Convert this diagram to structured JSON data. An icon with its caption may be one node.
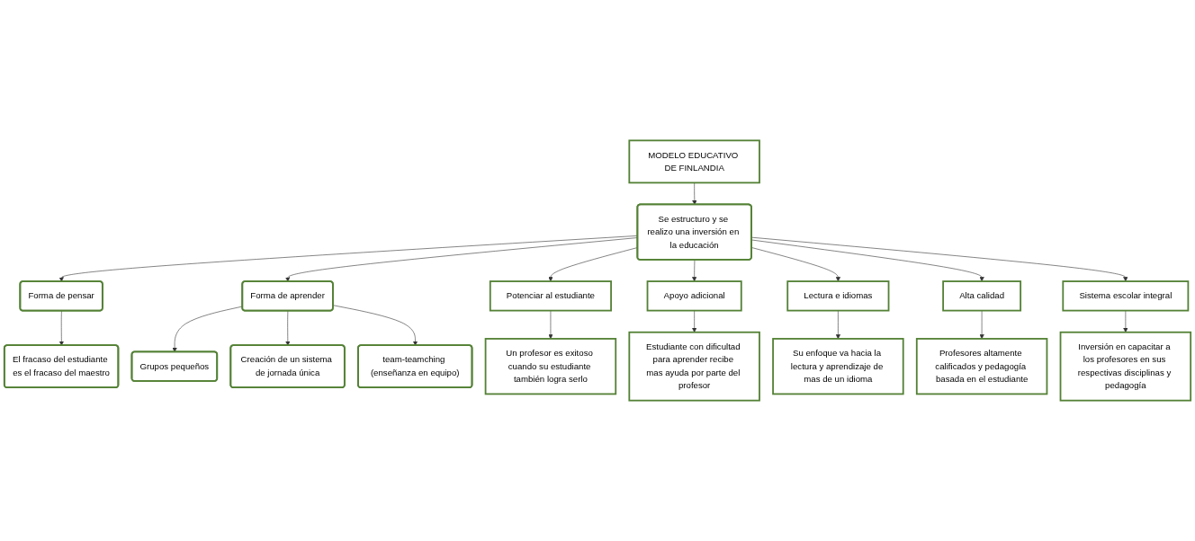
{
  "diagram": {
    "nodes": [
      {
        "text": [
          "MODELO EDUCATIVO DE FINLANDIA"
        ]
      },
      {
        "text": [
          "Se estructuro y se realizo una inversión en la educación"
        ]
      },
      {
        "text": [
          "Forma de pensar"
        ]
      },
      {
        "text": [
          "El fracaso del estudiante es el fracaso del maestro"
        ]
      },
      {
        "text": [
          "Forma de aprender"
        ]
      },
      {
        "text": [
          "Grupos pequeños"
        ]
      },
      {
        "text": [
          "Creación de un sistema de jornada única"
        ]
      },
      {
        "text": [
          "team-teamching (enseñanza en equipo)"
        ]
      },
      {
        "text": [
          "Potenciar al estudiante"
        ]
      },
      {
        "text": [
          "Un profesor es exitoso cuando su estudiante también logra serlo"
        ]
      },
      {
        "text": [
          "Apoyo adicional"
        ]
      },
      {
        "text": [
          "Estudiante con dificultad para aprender recibe mas ayuda por parte del profesor"
        ]
      },
      {
        "text": [
          "Lectura e idiomas"
        ]
      },
      {
        "text": [
          "Su enfoque va hacia la lectura y aprendizaje de mas de un idioma"
        ]
      },
      {
        "text": [
          "Alta calidad"
        ]
      },
      {
        "text": [
          "Profesores altamente calificados y pedagogía basada en el estudiante"
        ]
      },
      {
        "text": [
          "Sistema escolar integral"
        ]
      },
      {
        "text": [
          "Inversión en capacitar a los profesores en sus respectivas disciplinas y pedagogía"
        ]
      }
    ],
    "edges": [
      {
        "from": 0,
        "to": 1,
        "arrow": "to"
      },
      {
        "from": 1,
        "to": 2,
        "arrow": "to"
      },
      {
        "from": 2,
        "to": 3,
        "arrow": "to"
      },
      {
        "from": 1,
        "to": 4,
        "arrow": "to"
      },
      {
        "from": 4,
        "to": 5,
        "arrow": "to"
      },
      {
        "from": 4,
        "to": 6,
        "arrow": "to"
      },
      {
        "from": 4,
        "to": 7,
        "arrow": "to"
      },
      {
        "from": 1,
        "to": 8,
        "arrow": "to"
      },
      {
        "from": 1,
        "to": 10,
        "arrow": "to"
      },
      {
        "from": 1,
        "to": 12,
        "arrow": "to"
      },
      {
        "from": 1,
        "to": 14,
        "arrow": "to"
      },
      {
        "from": 1,
        "to": 16,
        "arrow": "to"
      },
      {
        "from": 8,
        "to": 9,
        "arrow": "to"
      },
      {
        "from": 10,
        "to": 11,
        "arrow": "to"
      },
      {
        "from": 12,
        "to": 13,
        "arrow": "to"
      },
      {
        "from": 14,
        "to": 15,
        "arrow": "to"
      },
      {
        "from": 16,
        "to": 17,
        "arrow": "to"
      }
    ]
  }
}
